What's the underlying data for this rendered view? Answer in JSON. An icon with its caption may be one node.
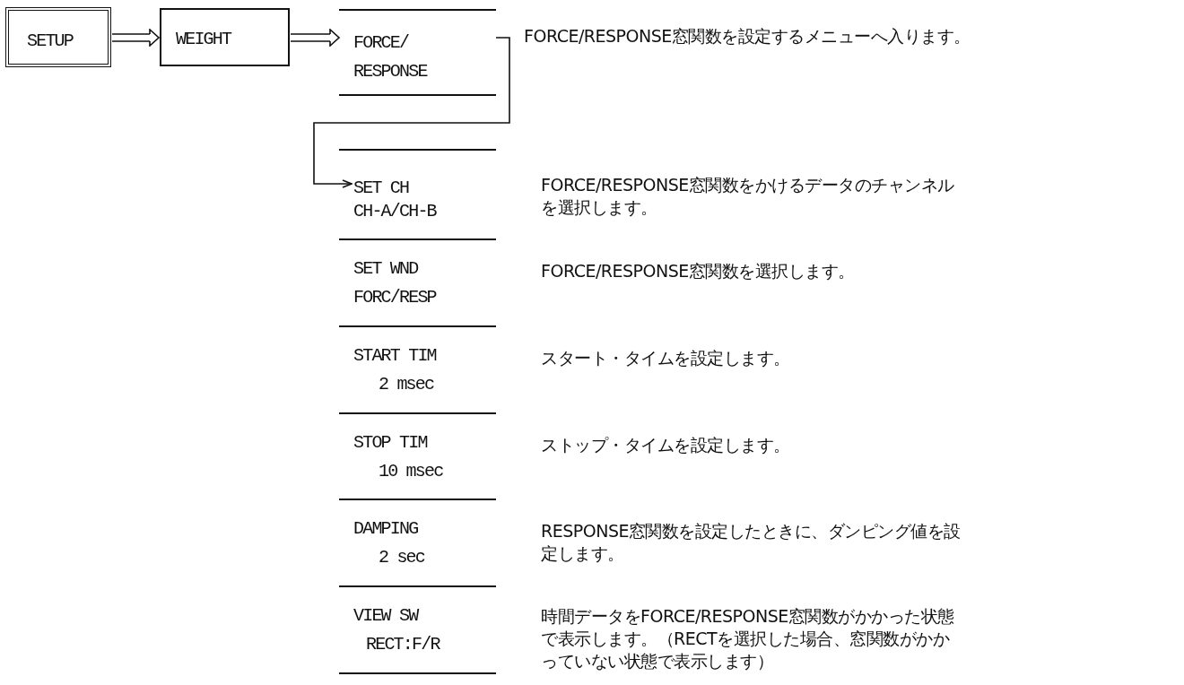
{
  "diagram": {
    "nodes": [
      {
        "text": [
          "SETUP"
        ]
      },
      {
        "text": [
          "WEIGHT"
        ]
      },
      {
        "text": [
          "FORCE/ RESPONSE"
        ],
        "beside": [
          "FORCE/RESPONSE窓関数を設定するメニューへ入ります。"
        ]
      },
      {
        "text": [
          "SET CH",
          "CH-A/CH-B"
        ],
        "beside": [
          "FORCE/RESPONSE窓関数をかけるデータのチャンネルを選択します。"
        ]
      },
      {
        "text": [
          "SET WND",
          "FORC/RESP"
        ],
        "beside": [
          "FORCE/RESPONSE窓関数を選択します。"
        ]
      },
      {
        "text": [
          "START TIM",
          "2 msec"
        ],
        "beside": [
          "スタート・タイムを設定します。"
        ]
      },
      {
        "text": [
          "STOP TIM",
          "10 msec"
        ],
        "beside": [
          "ストップ・タイムを設定します。"
        ]
      },
      {
        "text": [
          "DAMPING",
          "2 sec"
        ],
        "beside": [
          "RESPONSE窓関数を設定したときに、ダンピング値を設定します。"
        ]
      },
      {
        "text": [
          "VIEW SW",
          "RECT:F/R"
        ],
        "beside": [
          "時間データをFORCE/RESPONSE窓関数がかかった状態で表示します。（RECTを選択した場合、窓関数がかかっていない状態で表示します）"
        ]
      }
    ],
    "edges": [
      {
        "from": 0,
        "to": 1,
        "arrow": "to"
      },
      {
        "from": 1,
        "to": 2,
        "arrow": "to"
      },
      {
        "from": 2,
        "to": 3,
        "arrow": "to"
      }
    ]
  }
}
